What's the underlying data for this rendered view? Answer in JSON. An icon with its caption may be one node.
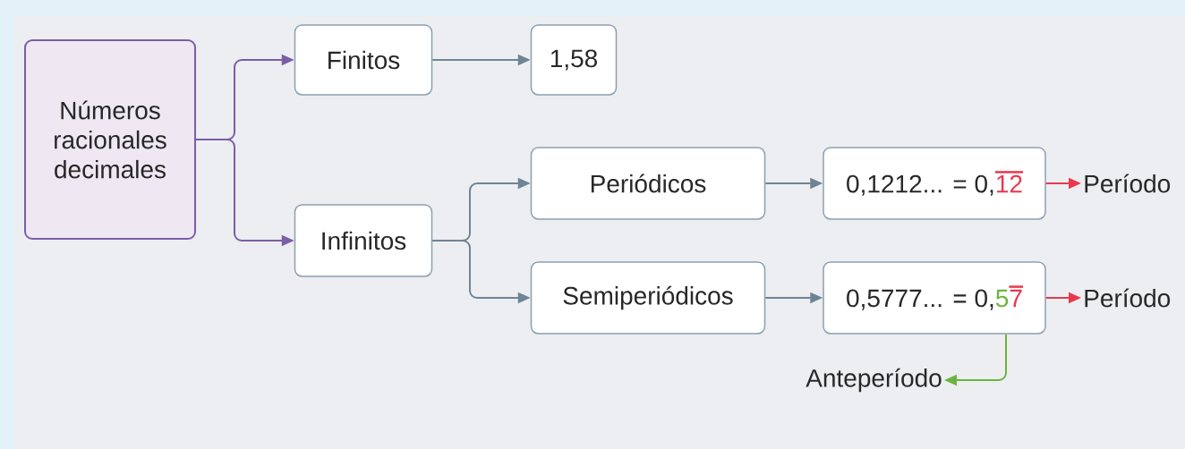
{
  "diagram": {
    "nodes": [
      {
        "text": [
          "Números racionales decimales"
        ]
      },
      {
        "text": [
          "Finitos"
        ]
      },
      {
        "text": [
          "1,58"
        ]
      },
      {
        "text": [
          "Infinitos"
        ]
      },
      {
        "text": [
          "Periódicos"
        ]
      },
      {
        "text": [
          "0,1212... = 0,",
          "12"
        ]
      },
      {
        "text": [
          "Período"
        ]
      },
      {
        "text": [
          "Semiperiódicos"
        ]
      },
      {
        "text": [
          "0,5777... = 0,",
          "5",
          "7"
        ]
      },
      {
        "text": [
          "Período"
        ]
      },
      {
        "text": [
          "Anteperíodo"
        ]
      }
    ],
    "edges": [
      {
        "from": 0,
        "to": 1,
        "arrow": "to",
        "color": "#7b5ea7"
      },
      {
        "from": 0,
        "to": 3,
        "arrow": "to",
        "color": "#7b5ea7"
      },
      {
        "from": 1,
        "to": 2,
        "arrow": "to"
      },
      {
        "from": 3,
        "to": 4,
        "arrow": "to"
      },
      {
        "from": 3,
        "to": 7,
        "arrow": "to"
      },
      {
        "from": 4,
        "to": 5,
        "arrow": "to"
      },
      {
        "from": 7,
        "to": 8,
        "arrow": "to"
      },
      {
        "from": 5,
        "to": 6,
        "arrow": "to",
        "color": "#e8384f"
      },
      {
        "from": 8,
        "to": 9,
        "arrow": "to",
        "color": "#e8384f"
      },
      {
        "from": 8,
        "to": 10,
        "arrow": "to",
        "color": "#6db33f"
      }
    ]
  }
}
